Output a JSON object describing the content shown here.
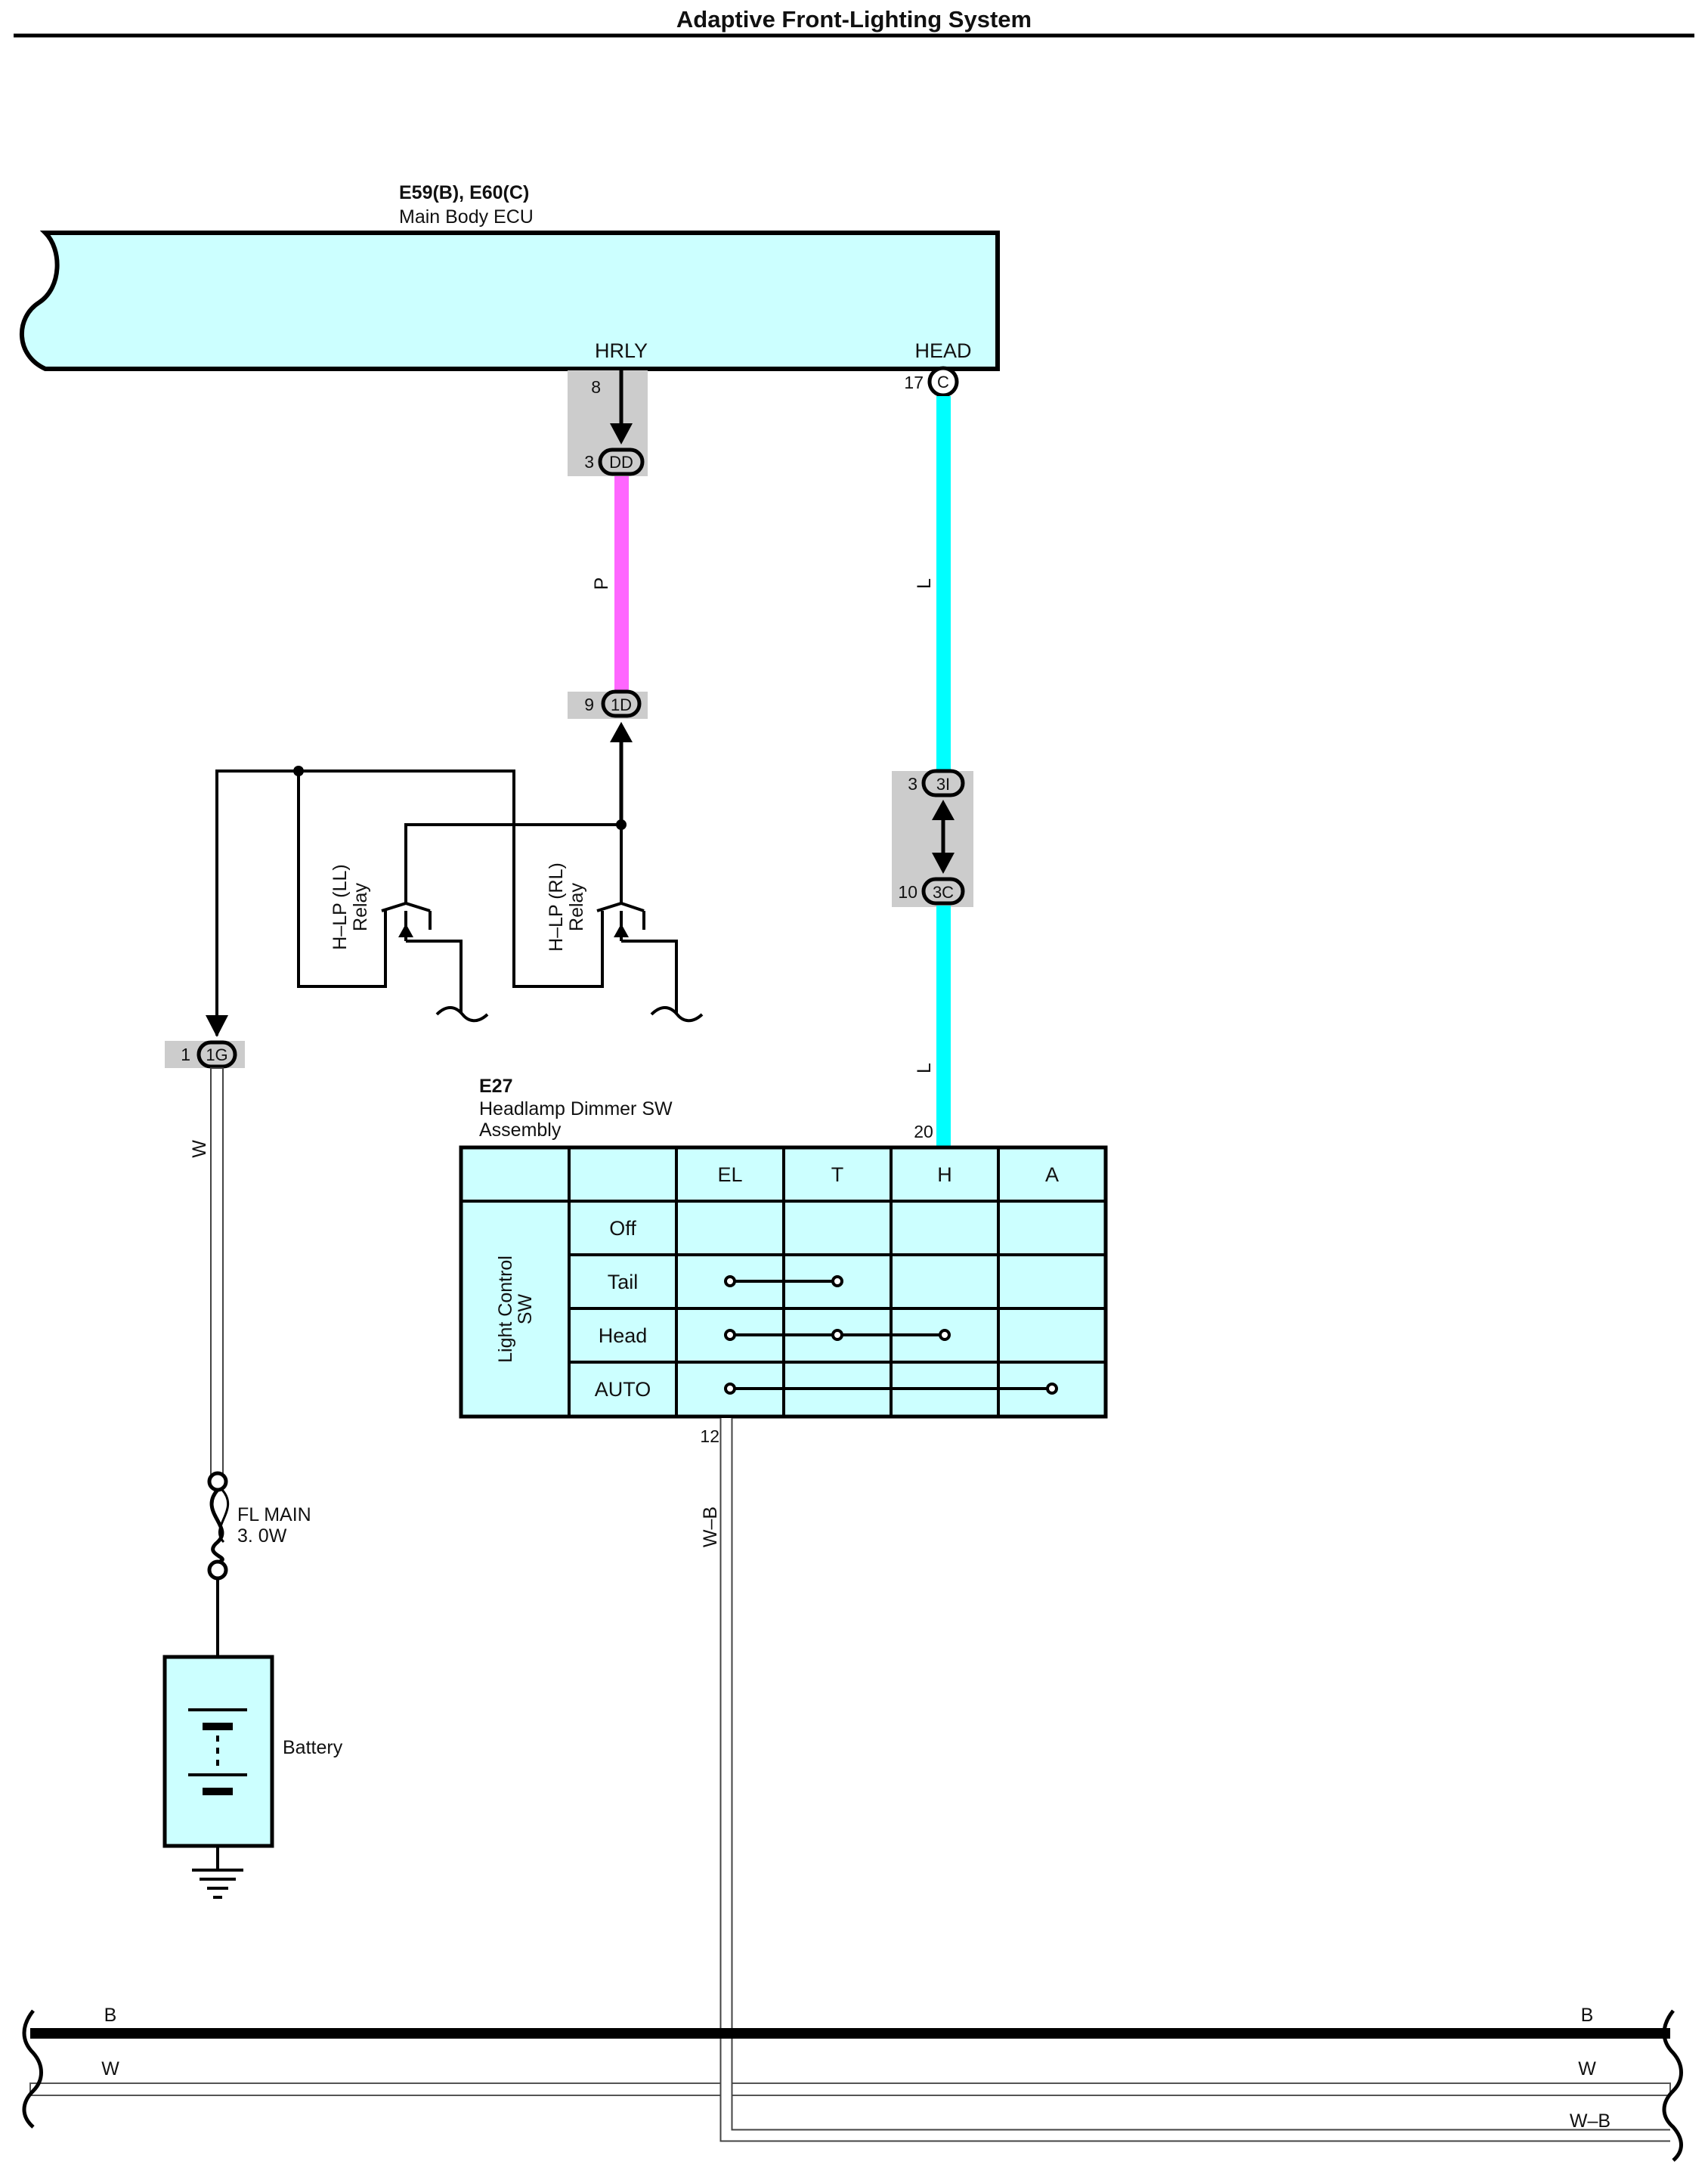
{
  "title": "Adaptive Front-Lighting System",
  "colors": {
    "component_fill": "#ccffff",
    "connector_shade": "#cccccc",
    "wire_pink": "#ff66ff",
    "wire_blue": "#00ffff",
    "line": "#000000"
  },
  "ecu": {
    "code": "E59(B), E60(C)",
    "name": "Main Body ECU",
    "terminal_left": "HRLY",
    "terminal_right": "HEAD"
  },
  "connectors": {
    "hrly_pin": "8",
    "dd_pin": "3",
    "dd": "DD",
    "head_pin": "17",
    "c": "C",
    "d1_pin": "9",
    "d1": "1D",
    "i3_pin": "3",
    "i3": "3I",
    "c3_pin": "10",
    "c3": "3C",
    "g1_pin": "1",
    "g1": "1G",
    "dimmer_pin_top": "20",
    "dimmer_pin_bottom": "12"
  },
  "wires": {
    "pink": "P",
    "blue_upper": "L",
    "blue_lower": "L",
    "white": "W",
    "wb": "W–B"
  },
  "relays": {
    "ll_line1": "H–LP (LL)",
    "ll_line2": "Relay",
    "rl_line1": "H–LP (RL)",
    "rl_line2": "Relay"
  },
  "dimmer": {
    "code": "E27",
    "name_line1": "Headlamp Dimmer SW",
    "name_line2": "Assembly",
    "row_header_line1": "Light Control",
    "row_header_line2": "SW",
    "columns": [
      "EL",
      "T",
      "H",
      "A"
    ],
    "rows": [
      "Off",
      "Tail",
      "Head",
      "AUTO"
    ]
  },
  "fuse": {
    "name": "FL MAIN",
    "rating": "3. 0W"
  },
  "battery": {
    "label": "Battery"
  },
  "bus": {
    "b_left": "B",
    "b_right": "B",
    "w_left": "W",
    "w_right": "W",
    "wb_right": "W–B"
  }
}
